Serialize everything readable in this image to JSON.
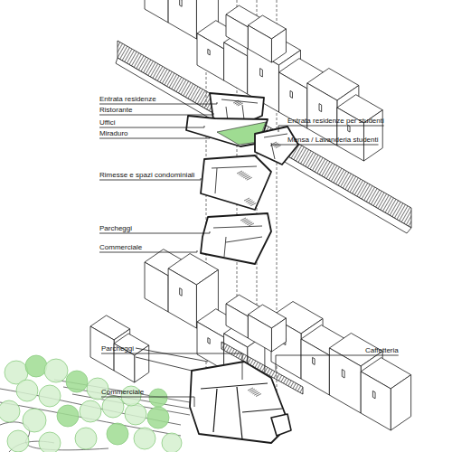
{
  "diagram": {
    "labels": [
      "Entrata residenze",
      "Ristorante",
      "Uffici",
      "Miraduro",
      "Entrata residenze per studenti",
      "Mensa / Lavanderia studenti",
      "Rimesse e spazi condominiali",
      "Parcheggi",
      "Commerciale",
      "Parcheggi",
      "Commerciale",
      "Caffetteria"
    ]
  }
}
